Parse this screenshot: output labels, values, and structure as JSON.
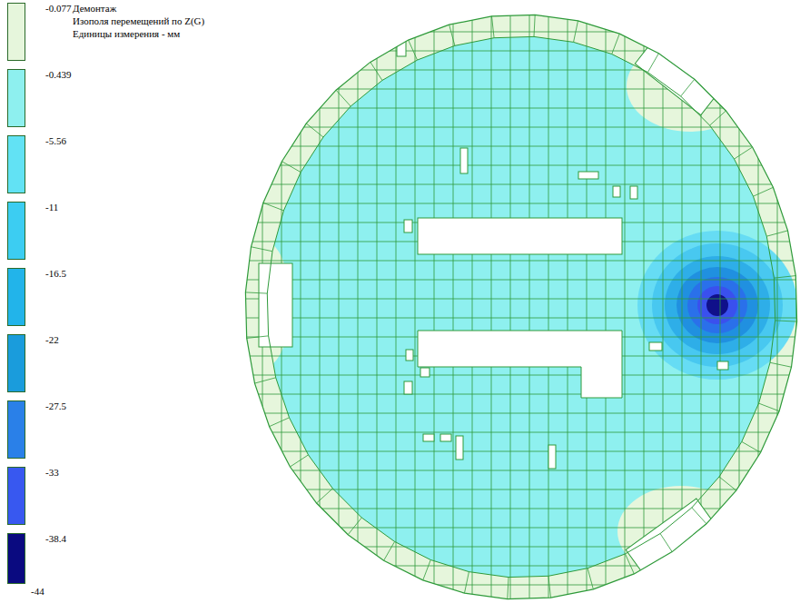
{
  "diagram": {
    "title": "Демонтаж",
    "labels": [
      "Изополя перемещений по Z(G)",
      "Единицы измерения - мм",
      "-44"
    ],
    "legend": [
      {
        "text": "-0.077",
        "color": "#e6f6dc"
      },
      {
        "text": "-0.439",
        "color": "#8ef0ef"
      },
      {
        "text": "-5.56",
        "color": "#62e2f4"
      },
      {
        "text": "-11",
        "color": "#3ccdf2"
      },
      {
        "text": "-16.5",
        "color": "#22b4ea"
      },
      {
        "text": "-22",
        "color": "#1a9cdc"
      },
      {
        "text": "-27.5",
        "color": "#2a80e8"
      },
      {
        "text": "-33",
        "color": "#3858f0"
      },
      {
        "text": "-38.4",
        "color": "#0a0a80"
      }
    ]
  }
}
